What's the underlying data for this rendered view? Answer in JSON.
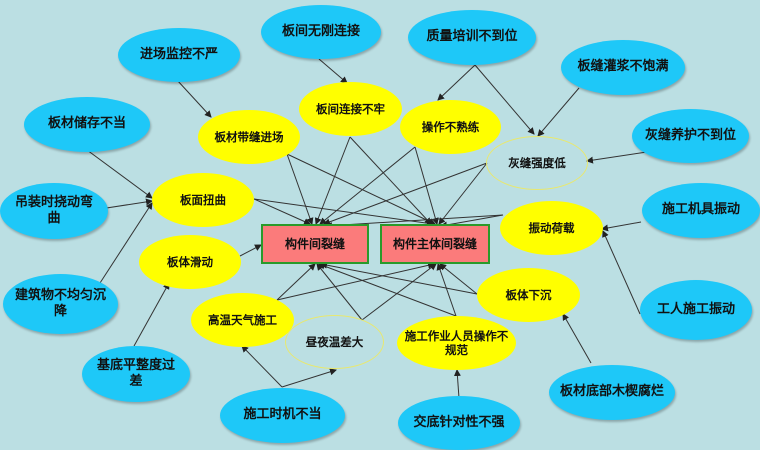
{
  "colors": {
    "background": "#bbdfe3",
    "root_cause": "#1ec8f8",
    "intermediate_cause": "#ffff00",
    "effect_box": "#fb7b7b",
    "effect_border": "#2a9a2a",
    "arrow": "#222222"
  },
  "effects": [
    {
      "id": "e1",
      "label": "构件间裂缝"
    },
    {
      "id": "e2",
      "label": "构件主体间裂缝"
    }
  ],
  "intermediate": [
    {
      "id": "m1",
      "label": "板材带缝进场"
    },
    {
      "id": "m2",
      "label": "板间连接不牢"
    },
    {
      "id": "m3",
      "label": "操作不熟练"
    },
    {
      "id": "m4",
      "label": "灰缝强度低"
    },
    {
      "id": "m5",
      "label": "板面扭曲"
    },
    {
      "id": "m6",
      "label": "振动荷载"
    },
    {
      "id": "m7",
      "label": "板体滑动"
    },
    {
      "id": "m8",
      "label": "板体下沉"
    },
    {
      "id": "m9",
      "label": "高温天气施工"
    },
    {
      "id": "m10",
      "label": "昼夜温差大"
    },
    {
      "id": "m11",
      "label": "施工作业人员操作不规范"
    }
  ],
  "root_causes": [
    {
      "id": "r1",
      "label": "进场监控不严"
    },
    {
      "id": "r2",
      "label": "板间无刚连接"
    },
    {
      "id": "r3",
      "label": "质量培训不到位"
    },
    {
      "id": "r4",
      "label": "板缝灌浆不饱满"
    },
    {
      "id": "r5",
      "label": "板材储存不当"
    },
    {
      "id": "r6",
      "label": "灰缝养护不到位"
    },
    {
      "id": "r7",
      "label": "吊装时挠动弯曲"
    },
    {
      "id": "r8",
      "label": "施工机具振动"
    },
    {
      "id": "r9",
      "label": "建筑物不均匀沉降"
    },
    {
      "id": "r10",
      "label": "工人施工振动"
    },
    {
      "id": "r11",
      "label": "基底平整度过差"
    },
    {
      "id": "r12",
      "label": "板材底部木楔腐烂"
    },
    {
      "id": "r13",
      "label": "施工时机不当"
    },
    {
      "id": "r14",
      "label": "交底针对性不强"
    }
  ]
}
